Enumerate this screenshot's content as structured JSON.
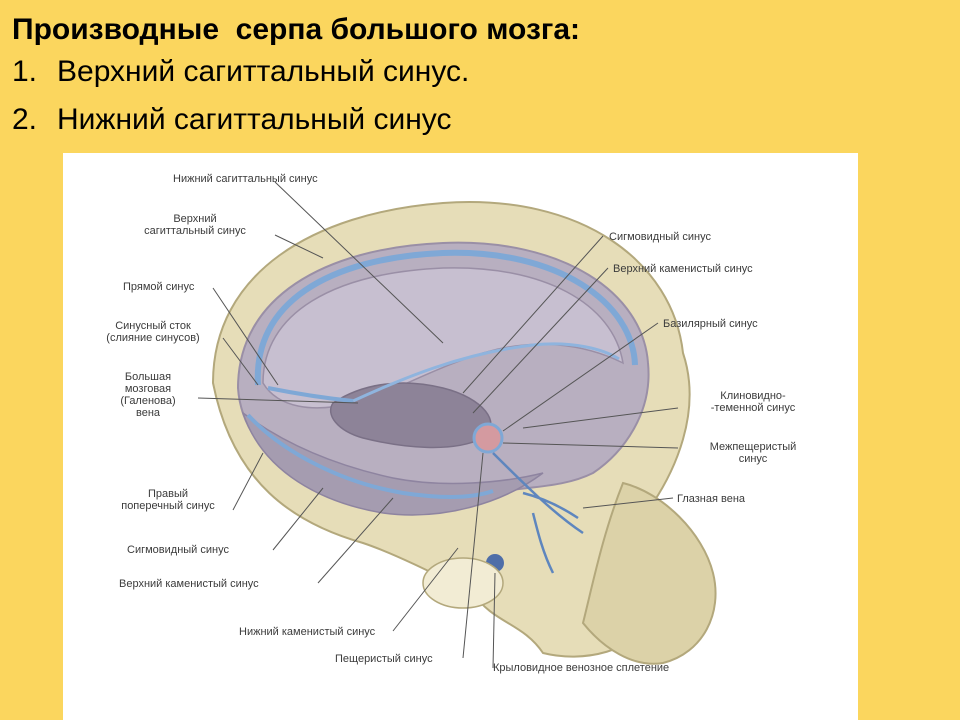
{
  "slide": {
    "title": "Производные  серпа большого мозга:",
    "items": [
      {
        "num": "1.",
        "text": "Верхний сагиттальный синус."
      },
      {
        "num": "2.",
        "text": "Нижний сагиттальный синус"
      }
    ]
  },
  "figure": {
    "labels": {
      "inferior_sagittal": "Нижний сагиттальный синус",
      "superior_sagittal_1": "Верхний",
      "superior_sagittal_2": "сагиттальный синус",
      "straight": "Прямой синус",
      "confluence_1": "Синусный сток",
      "confluence_2": "(слияние синусов)",
      "galen_1": "Большая",
      "galen_2": "мозговая",
      "galen_3": "(Галенова)",
      "galen_4": "вена",
      "right_transverse_1": "Правый",
      "right_transverse_2": "поперечный синус",
      "sigmoid_left": "Сигмовидный синус",
      "superior_petrosal_left": "Верхний каменистый синус",
      "inferior_petrosal": "Нижний каменистый синус",
      "cavernous": "Пещеристый синус",
      "sigmoid_right": "Сигмовидный синус",
      "superior_petrosal_right": "Верхний каменистый синус",
      "basilar": "Базилярный синус",
      "sphenoparietal_1": "Клиновидно-",
      "sphenoparietal_2": "-теменной синус",
      "intercavernous_1": "Межпещеристый",
      "intercavernous_2": "синус",
      "ophthalmic": "Глазная вена",
      "pterygoid": "Крыловидное венозное сплетение"
    },
    "colors": {
      "bone": "#E6DDB8",
      "bone_shadow": "#C9BF96",
      "dura": "#B8AFC0",
      "sinus": "#7FA8D6",
      "leader": "#555555"
    }
  }
}
